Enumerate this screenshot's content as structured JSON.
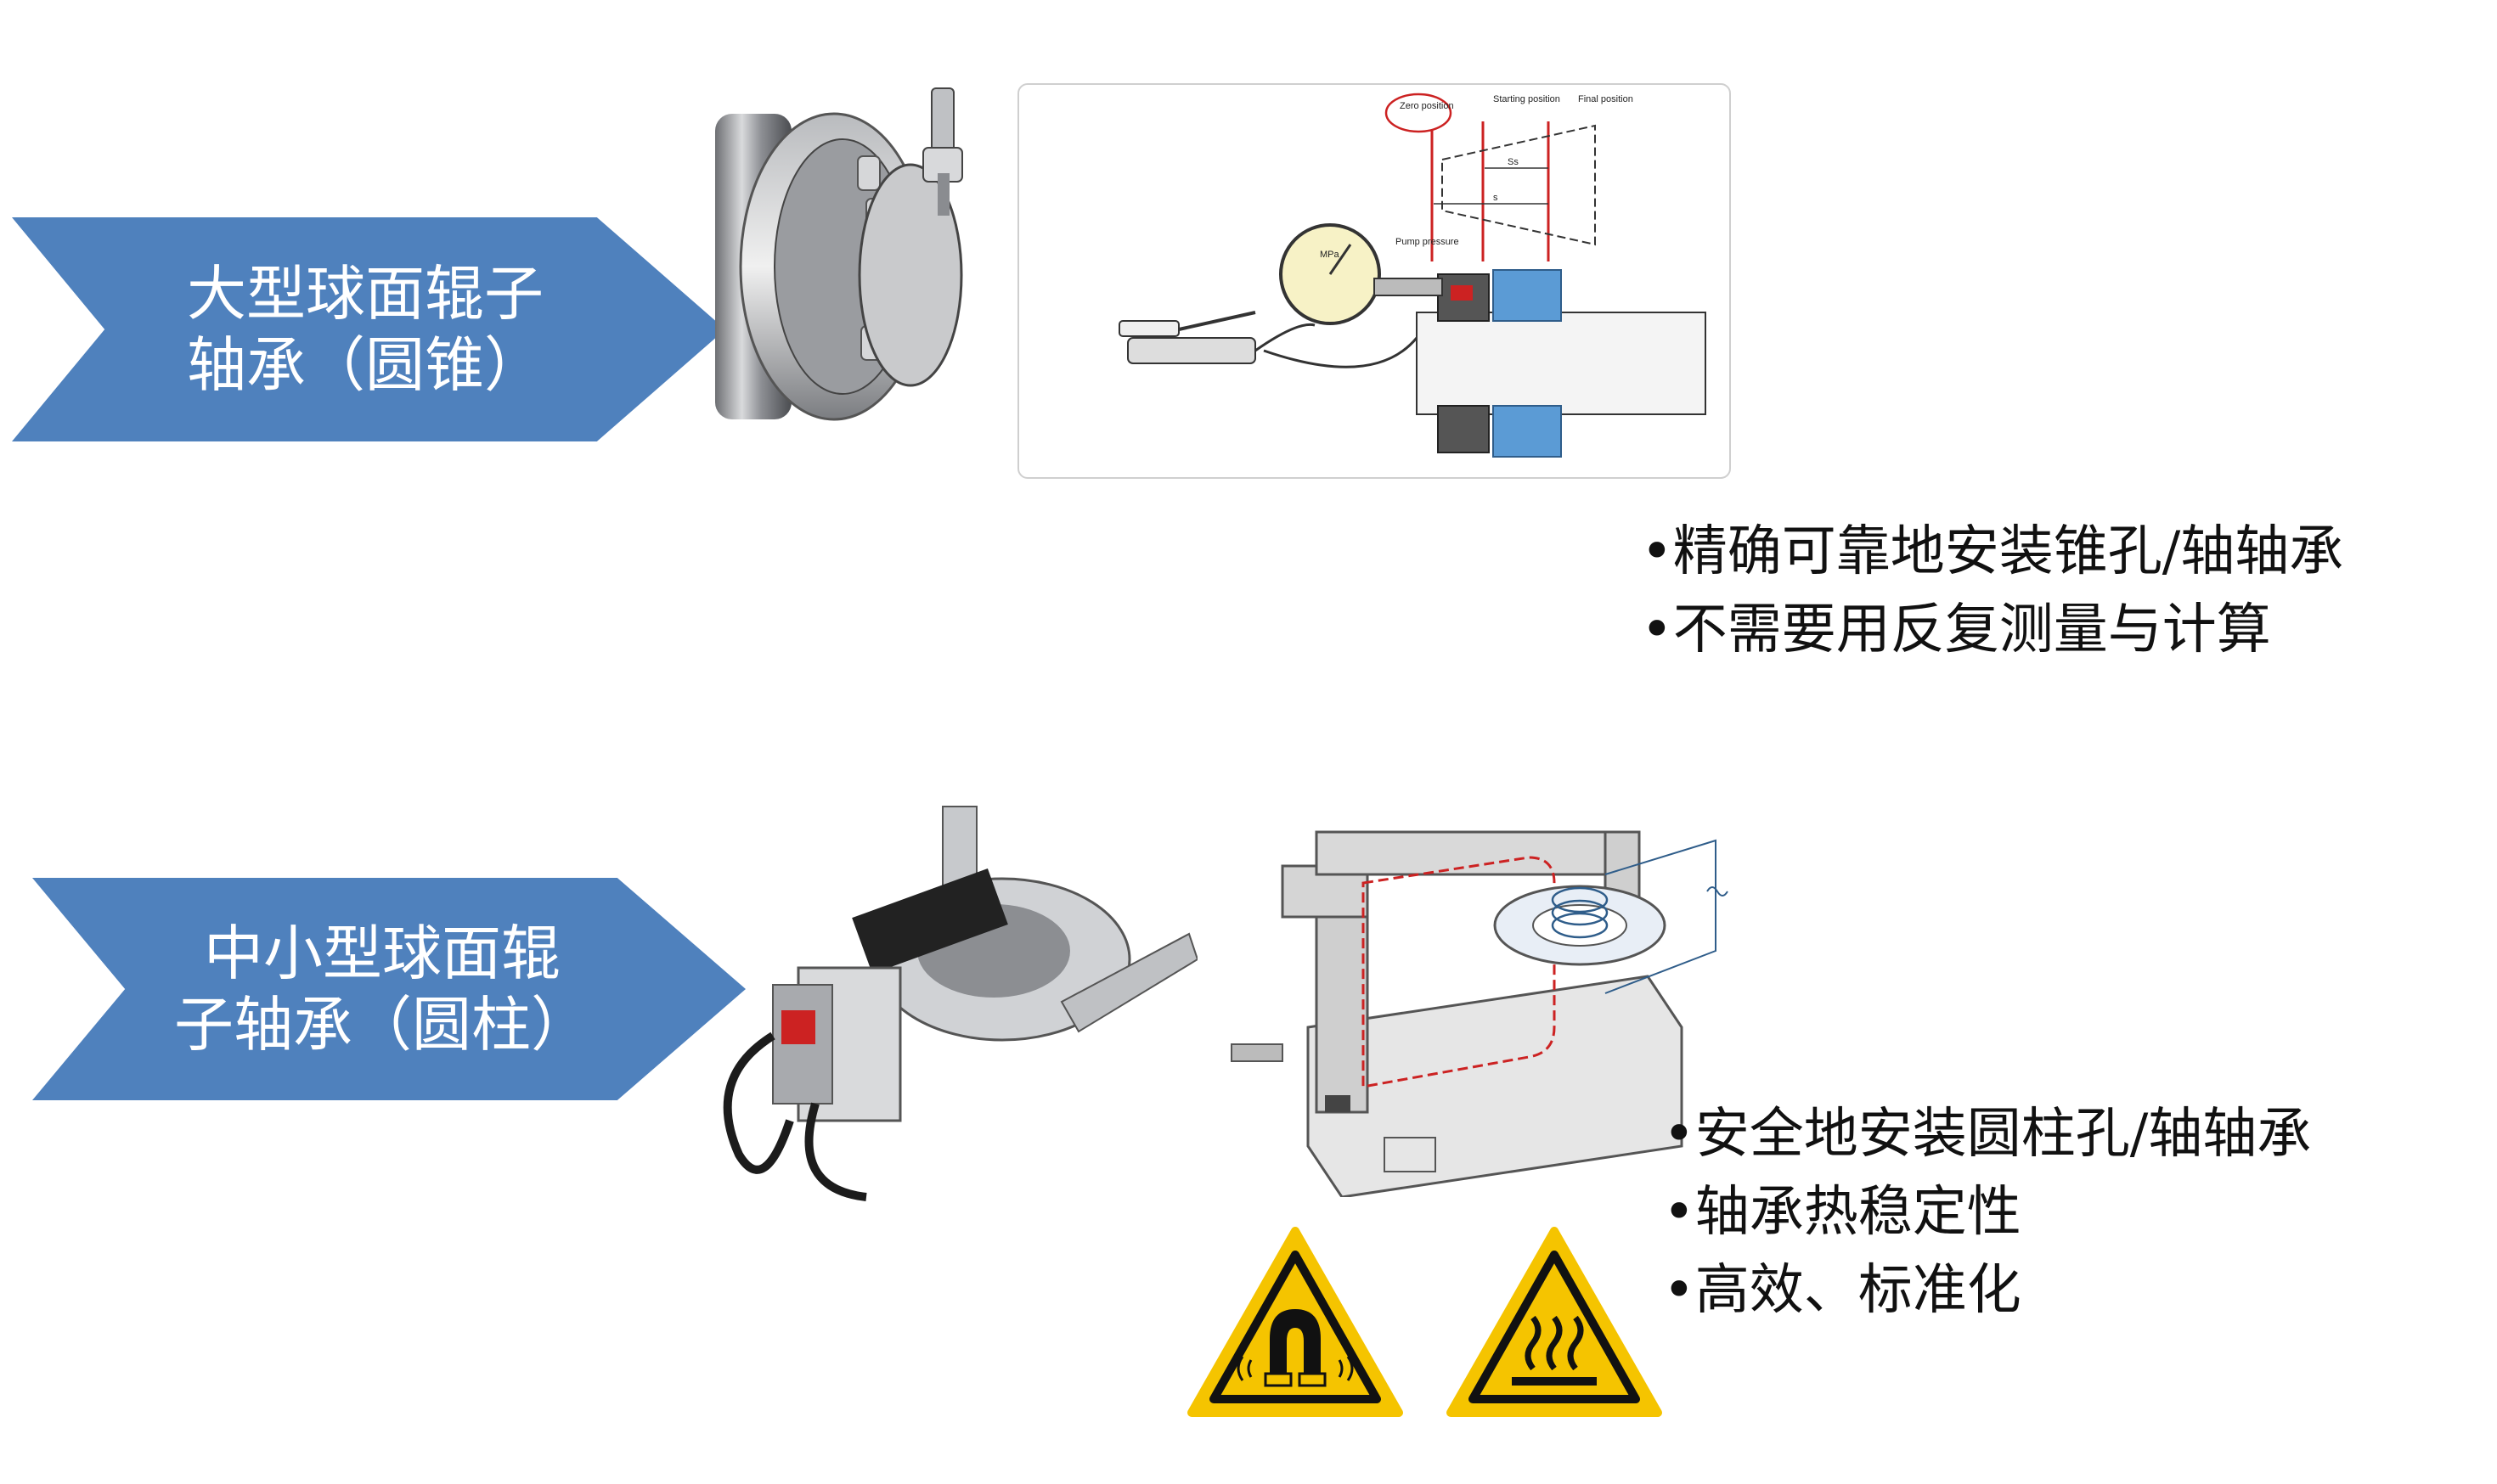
{
  "sections": [
    {
      "label": "大型球面辊子\n轴承（圆锥）",
      "bullets": [
        "•精确可靠地安装锥孔/轴轴承",
        "•不需要用反复测量与计算"
      ]
    },
    {
      "label": "中小型球面辊\n子轴承（圆柱）",
      "bullets": [
        "•安全地安装圆柱孔/轴轴承",
        "•轴承热稳定性",
        "•高效、标准化"
      ]
    }
  ],
  "diagram": {
    "zero_position": "Zero position",
    "starting_position": "Starting position",
    "final_position": "Final position",
    "pump_pressure": "Pump pressure",
    "gauge_unit": "MPa",
    "dim_s_small": "Ss",
    "dim_s": "s"
  },
  "colors": {
    "chevron": "#4f81bd",
    "warning_yellow": "#f5c400",
    "diagram_red": "#cc2222",
    "bearing_blue": "#5b9bd5"
  },
  "icons": [
    "magnetic-field-warning-icon",
    "hot-surface-warning-icon"
  ]
}
